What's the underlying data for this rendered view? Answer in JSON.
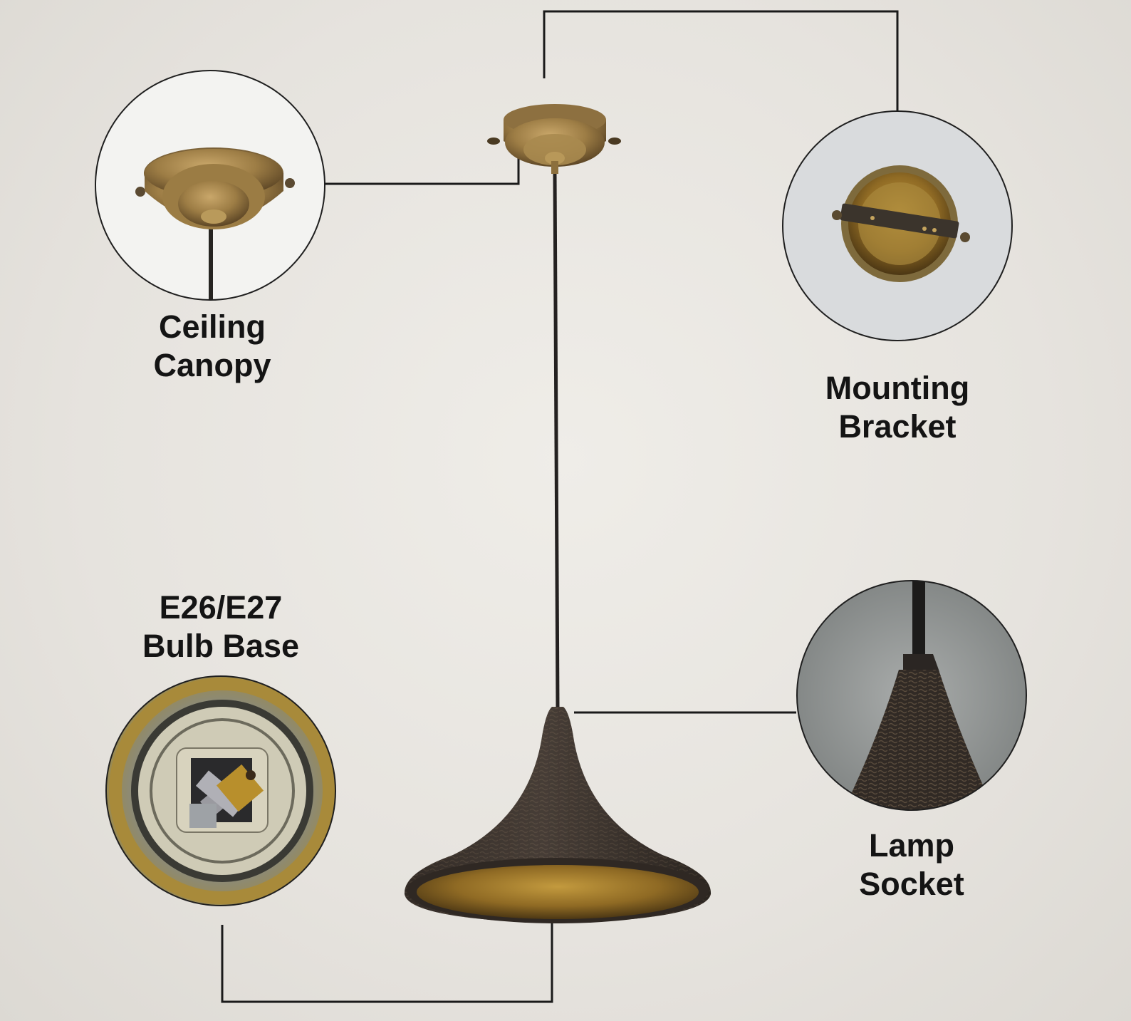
{
  "callouts": {
    "ceiling_canopy": {
      "line1": "Ceiling",
      "line2": "Canopy"
    },
    "mounting_bracket": {
      "line1": "Mounting",
      "line2": "Bracket"
    },
    "bulb_base": {
      "line1": "E26/E27",
      "line2": "Bulb Base"
    },
    "lamp_socket": {
      "line1": "Lamp",
      "line2": "Socket"
    }
  },
  "colors": {
    "background": "#e8e5e0",
    "connector": "#1a1a1a",
    "brass": "#a8864e",
    "dark_metal": "#3a322c",
    "inner_gold": "#8a6a2a"
  }
}
